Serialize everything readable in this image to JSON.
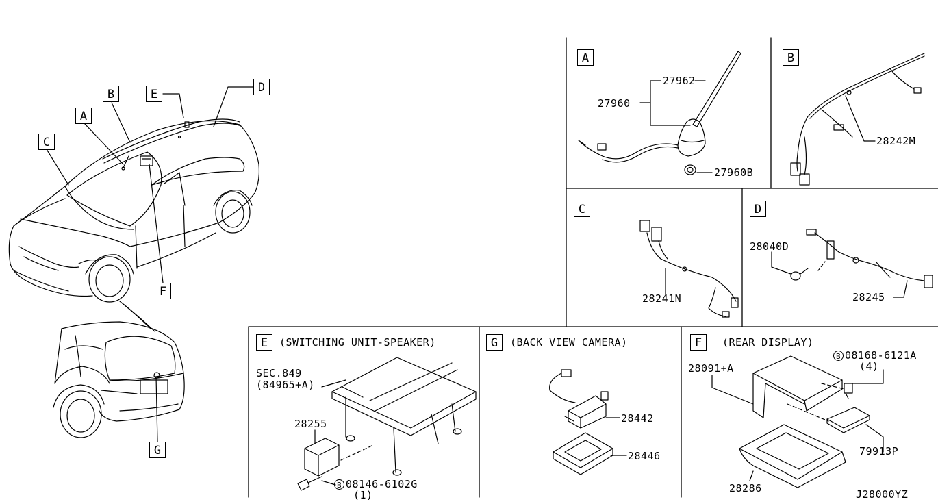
{
  "diagram_id": "J28000YZ",
  "vehicle_callouts": {
    "A": "A",
    "B": "B",
    "C": "C",
    "D": "D",
    "E": "E",
    "F": "F",
    "G": "G"
  },
  "panels": {
    "A": {
      "letter": "A",
      "parts": {
        "p1": "27962",
        "p2": "27960",
        "p3": "27960B"
      }
    },
    "B": {
      "letter": "B",
      "parts": {
        "p1": "28242M"
      }
    },
    "C": {
      "letter": "C",
      "parts": {
        "p1": "28241N"
      }
    },
    "D": {
      "letter": "D",
      "parts": {
        "p1": "28040D",
        "p2": "28245"
      }
    },
    "E": {
      "letter": "E",
      "title": "(SWITCHING UNIT-SPEAKER)",
      "sec_line1": "SEC.849",
      "sec_line2": "(84965+A)",
      "parts": {
        "p1": "28255",
        "bolt": "08146-6102G",
        "qty": "(1)"
      },
      "bolt_symbol": "B"
    },
    "G": {
      "letter": "G",
      "title": "(BACK VIEW CAMERA)",
      "parts": {
        "p1": "28442",
        "p2": "28446"
      }
    },
    "F": {
      "letter": "F",
      "title": "(REAR DISPLAY)",
      "parts": {
        "p1": "28091+A",
        "bolt": "08168-6121A",
        "qty": "(4)",
        "p2": "79913P",
        "p3": "28286"
      },
      "bolt_symbol": "B"
    }
  }
}
